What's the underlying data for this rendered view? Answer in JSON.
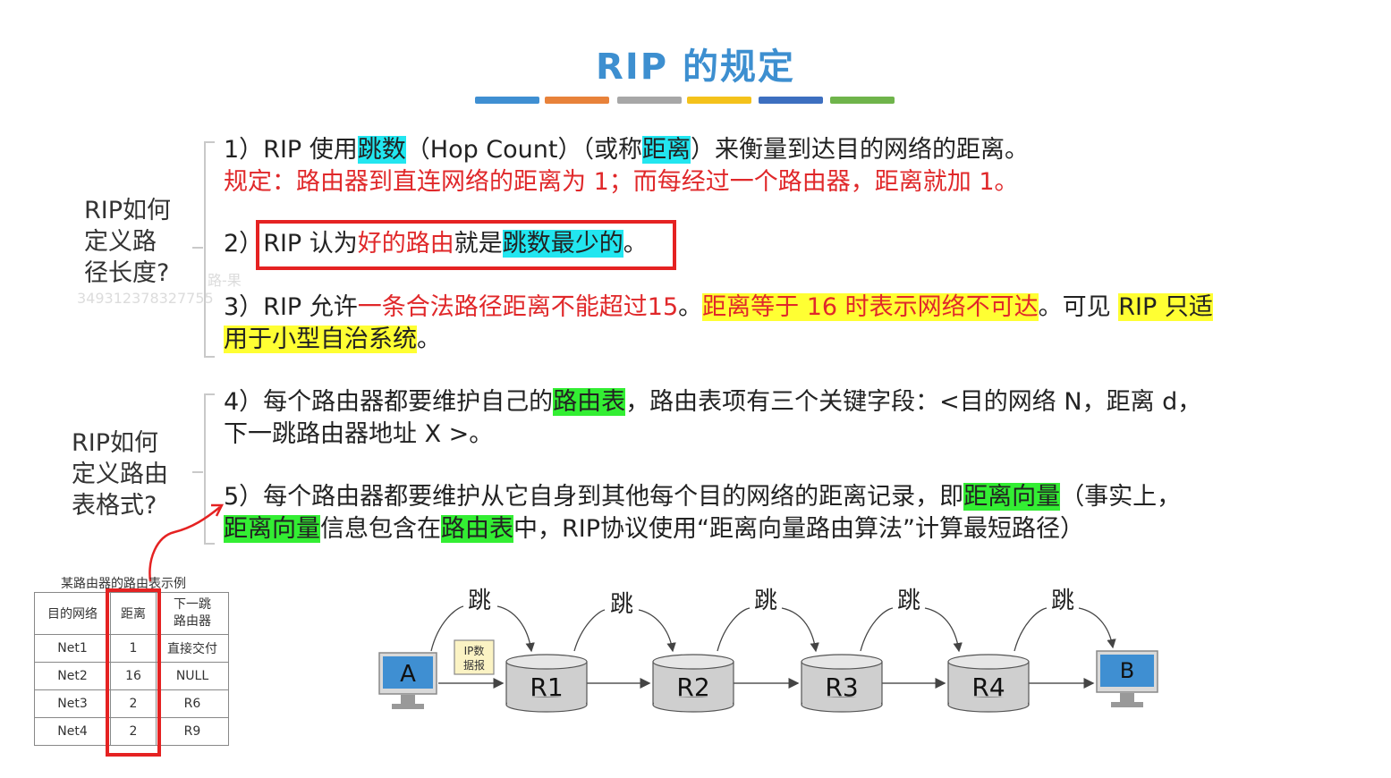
{
  "title": "RIP 的规定",
  "title_bar_colors": [
    "#3f8fd2",
    "#e8823a",
    "#a7a7a7",
    "#f4c21b",
    "#3d6fc0",
    "#6fb44b"
  ],
  "side_labels": {
    "group1": [
      "RIP如何",
      "定义路",
      "径长度?"
    ],
    "group2": [
      "RIP如何",
      "定义路由",
      "表格式?"
    ]
  },
  "watermark": [
    "路-果",
    "349312378327755"
  ],
  "rules": {
    "r1": {
      "t1": "1）RIP 使用",
      "h1": "跳数",
      "t2": "（Hop Count）（或称",
      "h2": "距离",
      "t3": "）来衡量到达目的网络的距离。",
      "note": "规定：路由器到直连网络的距离为 1；而每经过一个路由器，距离就加 1。"
    },
    "r2": {
      "t1": "2）",
      "t2": "RIP 认为",
      "h1": "好的路由",
      "t3": "就是",
      "h2": "跳数最少的",
      "t4": "。"
    },
    "r3": {
      "t1": "3）RIP 允许",
      "r1": "一条合法路径距离不能超过15",
      "t2": "。",
      "h1": "距离等于 16 时表示网络不可达",
      "t3": "。可见 ",
      "h2": "RIP 只适",
      "h3": "用于小型自治系统",
      "t4": "。"
    },
    "r4": {
      "t1": "4）每个路由器都要维护自己的",
      "h1": "路由表",
      "t2": "，路由表项有三个关键字段：<目的网络 N，距离 d，",
      "line2": "下一跳路由器地址 X >。"
    },
    "r5": {
      "t1": "5）每个路由器都要维护从它自身到其他每个目的网络的距离记录，即",
      "h1": "距离向量",
      "t2": "（事实上，",
      "h2": "距离向量",
      "t3": "信息包含在",
      "h3": "路由表",
      "t4": "中，RIP协议使用“距离向量路由算法”计算最短路径）"
    }
  },
  "routing_table": {
    "caption": "某路由器的路由表示例",
    "headers": [
      "目的网络",
      "距离",
      "下一跳\n路由器"
    ],
    "rows": [
      [
        "Net1",
        "1",
        "直接交付"
      ],
      [
        "Net2",
        "16",
        "NULL"
      ],
      [
        "Net3",
        "2",
        "R6"
      ],
      [
        "Net4",
        "2",
        "R9"
      ]
    ]
  },
  "diagram": {
    "hosts": [
      "A",
      "B"
    ],
    "routers": [
      "R1",
      "R2",
      "R3",
      "R4"
    ],
    "hop_label": "跳",
    "packet_label": [
      "IP数",
      "据报"
    ],
    "host_color": "#3f8fd2"
  }
}
